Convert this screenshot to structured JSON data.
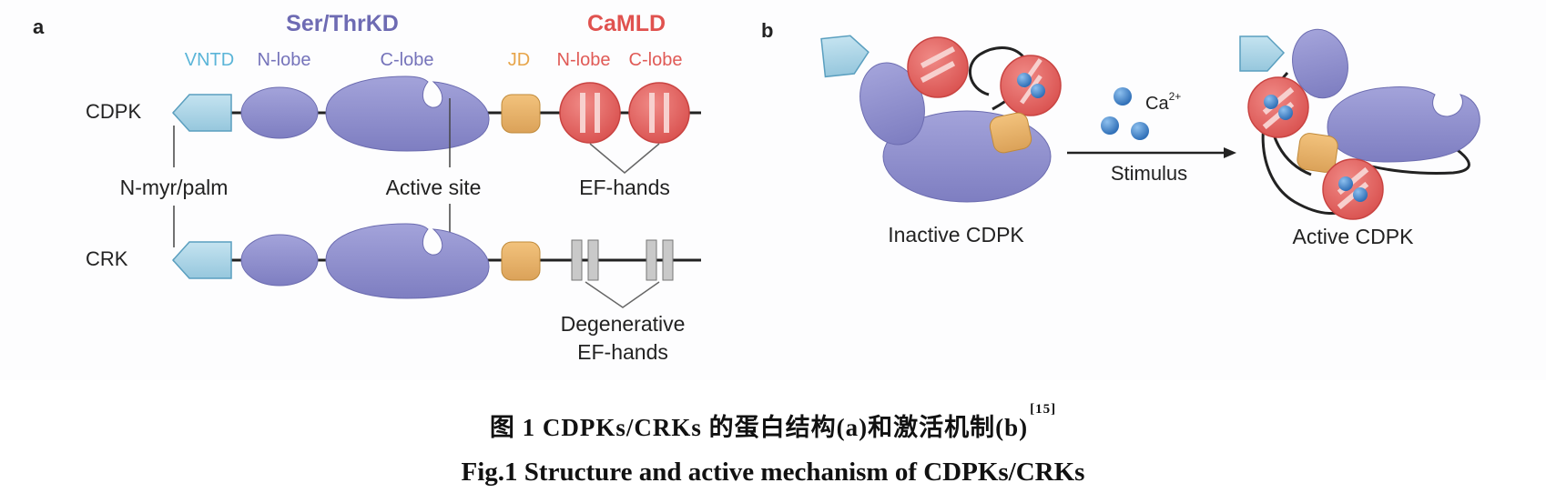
{
  "panel_a": {
    "letter": "a",
    "group_kinase": "Ser/ThrKD",
    "group_camld": "CaMLD",
    "domains": {
      "vntd": "VNTD",
      "kd_nlobe": "N-lobe",
      "kd_clobe": "C-lobe",
      "jd": "JD",
      "cam_nlobe": "N-lobe",
      "cam_clobe": "C-lobe"
    },
    "rows": {
      "cdpk": "CDPK",
      "crk": "CRK"
    },
    "annotations": {
      "nmyr": "N-myr/palm",
      "active_site": "Active site",
      "ef_hands": "EF-hands",
      "degenerative_1": "Degenerative",
      "degenerative_2": "EF-hands"
    }
  },
  "panel_b": {
    "letter": "b",
    "ion": "Ca",
    "ion_charge": "2+",
    "stimulus": "Stimulus",
    "inactive": "Inactive CDPK",
    "active": "Active CDPK"
  },
  "caption": {
    "cn_main": "图 1   CDPKs/CRKs 的蛋白结构(a)和激活机制(b)",
    "cn_ref": "[15]",
    "en": "Fig.1   Structure and active mechanism of CDPKs/CRKs"
  },
  "colors": {
    "vntd": "#a9d4e6",
    "kinase": "#8f8fcc",
    "jd": "#e8b466",
    "ef": "#e56a6a",
    "ca": "#3f7fc4",
    "title_kinase": "#6e6bb3",
    "title_camld": "#e0524f"
  }
}
